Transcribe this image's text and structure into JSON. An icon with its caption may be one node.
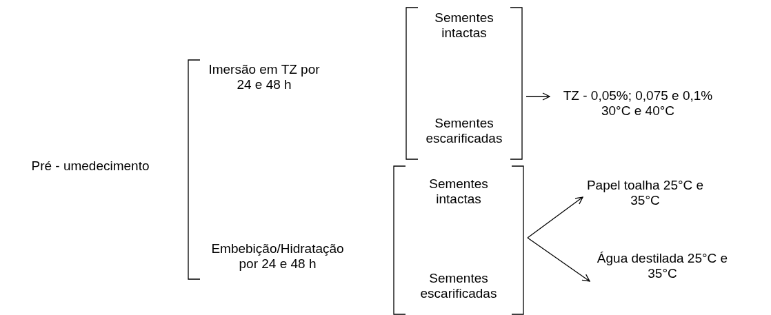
{
  "diagram": {
    "nodes": [
      {
        "text": [
          "Pré - umedecimento"
        ]
      },
      {
        "text": [],
        "shape": "bracket"
      },
      {
        "text": [
          "Imersão em TZ por 24 e 48 h"
        ],
        "in": 1
      },
      {
        "text": [
          "Embebição/Hidratação por 24 e 48 h"
        ],
        "in": 1
      },
      {
        "text": [],
        "shape": "bracket"
      },
      {
        "text": [
          "Sementes intactas"
        ],
        "in": 4
      },
      {
        "text": [
          "Sementes escarificadas"
        ],
        "in": 4
      },
      {
        "text": [
          "TZ - 0,05%; 0,075 e 0,1% 30°C e 40°C"
        ]
      },
      {
        "text": [],
        "shape": "bracket"
      },
      {
        "text": [
          "Sementes intactas"
        ],
        "in": 8
      },
      {
        "text": [
          "Sementes escarificadas"
        ],
        "in": 8
      },
      {
        "text": [
          "Papel toalha 25°C e 35°C"
        ]
      },
      {
        "text": [
          "Água destilada 25°C e 35°C"
        ]
      }
    ],
    "edges": [
      {
        "from": 4,
        "to": 7,
        "arrow": "to"
      },
      {
        "from": 8,
        "to": 11,
        "arrow": "to"
      },
      {
        "from": 8,
        "to": 12,
        "arrow": "to"
      }
    ]
  }
}
